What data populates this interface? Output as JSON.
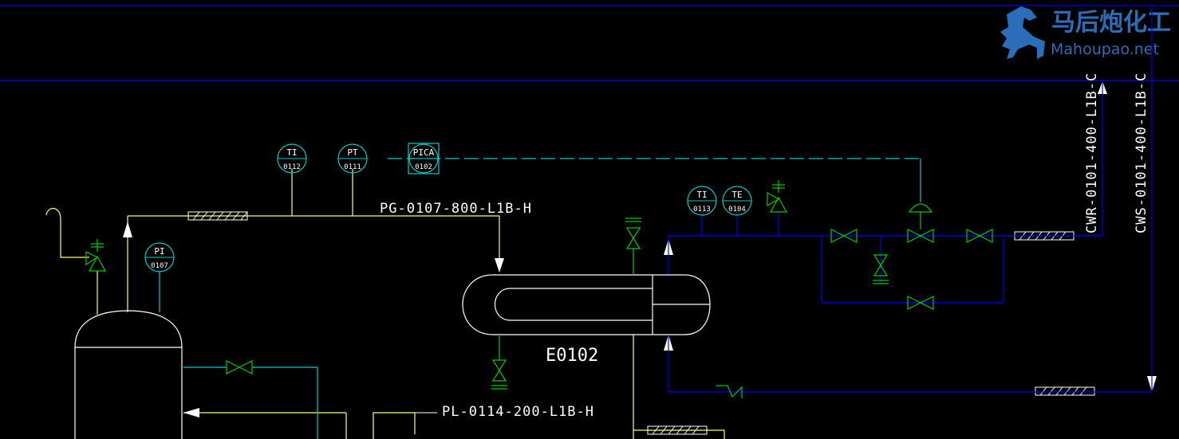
{
  "watermark": {
    "chinese": "马后炮化工",
    "url": "Mahoupao.net"
  },
  "lines": {
    "gas_line": "PG-0107-800-L1B-H",
    "liquid_line": "PL-0114-200-L1B-H",
    "cw_return": "CWR-0101-400-L1B-C",
    "cw_supply": "CWS-0101-400-L1B-C"
  },
  "equipment": {
    "exchanger": "E0102"
  },
  "instruments": [
    {
      "id": "ti-0112",
      "top": "TI",
      "bottom": "0112"
    },
    {
      "id": "pt-0111",
      "top": "PT",
      "bottom": "0111"
    },
    {
      "id": "pica-0102",
      "top": "PICA",
      "bottom": "0102"
    },
    {
      "id": "pi-0107",
      "top": "PI",
      "bottom": "0107"
    },
    {
      "id": "ti-0113",
      "top": "TI",
      "bottom": "0113"
    },
    {
      "id": "te-0104",
      "top": "TE",
      "bottom": "0104"
    }
  ],
  "colors": {
    "background": "#000000",
    "process_line": "#ffff66",
    "cooling_water": "#0000ff",
    "instrument": "#00cccc",
    "valve": "#00cc00",
    "equipment": "#ffffff",
    "brand": "#2a6db8"
  }
}
